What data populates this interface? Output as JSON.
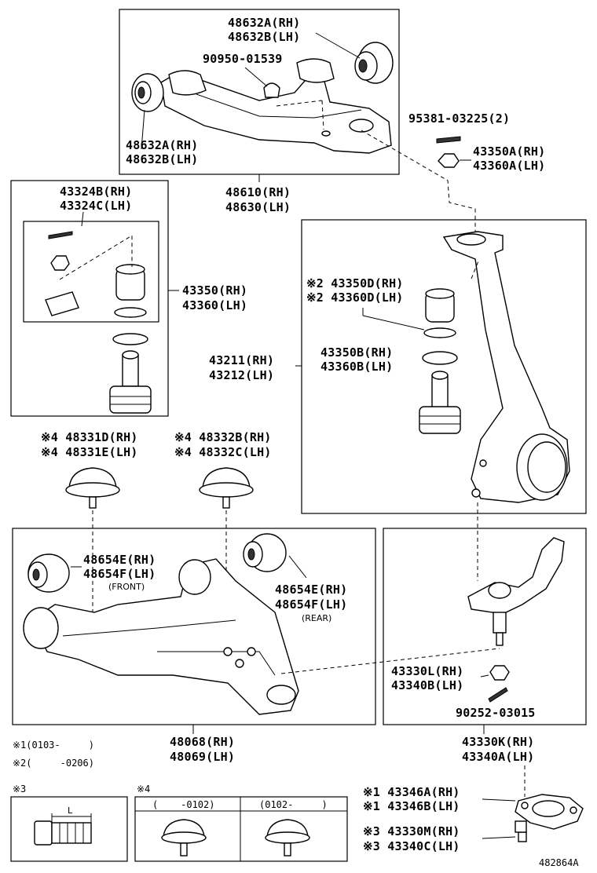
{
  "labels": {
    "upper_bush_a": "48632A(RH)",
    "upper_bush_b": "48632B(LH)",
    "grease_fitting": "90950-01539",
    "upper_bush_left_a": "48632A(RH)",
    "upper_bush_left_b": "48632B(LH)",
    "cotter_pin_upper": "95381-03225(2)",
    "nut_upper_a": "43350A(RH)",
    "nut_upper_b": "43360A(LH)",
    "upper_arm_rh": "48610(RH)",
    "upper_arm_lh": "48630(LH)",
    "kit_a": "43324B(RH)",
    "kit_b": "43324C(LH)",
    "balljoint_upper_rh": "43350(RH)",
    "balljoint_upper_lh": "43360(LH)",
    "knuckle_rh": "43211(RH)",
    "knuckle_lh": "43212(LH)",
    "boot_d_rh": "※2 43350D(RH)",
    "boot_d_lh": "※2 43360D(LH)",
    "ring_b_rh": "43350B(RH)",
    "ring_b_lh": "43360B(LH)",
    "bumper_left_rh": "※4 48331D(RH)",
    "bumper_left_lh": "※4 48331E(LH)",
    "bumper_right_rh": "※4 48332B(RH)",
    "bumper_right_lh": "※4 48332C(LH)",
    "lower_bush_front_a": "48654E(RH)",
    "lower_bush_front_b": "48654F(LH)",
    "front_tag": "(FRONT)",
    "lower_bush_rear_a": "48654E(RH)",
    "lower_bush_rear_b": "48654F(LH)",
    "rear_tag": "(REAR)",
    "lower_nut_rh": "43330L(RH)",
    "lower_nut_lh": "43340B(LH)",
    "cotter_pin_lower": "90252-03015",
    "lower_arm_rh": "48068(RH)",
    "lower_arm_lh": "48069(LH)",
    "lower_bj_rh": "43330K(RH)",
    "lower_bj_lh": "43340A(LH)",
    "note1": "※1(0103-     )",
    "note2": "※2(     -0206)",
    "ref3": "※3",
    "ref4": "※4",
    "dim_l": "L",
    "date_old": "(    -0102)",
    "date_new": "(0102-     )",
    "plate_rh": "※1 43346A(RH)",
    "plate_lh": "※1 43346B(LH)",
    "bolt_rh": "※3 43330M(RH)",
    "bolt_lh": "※3 43340C(LH)",
    "figure_id": "482864A"
  }
}
